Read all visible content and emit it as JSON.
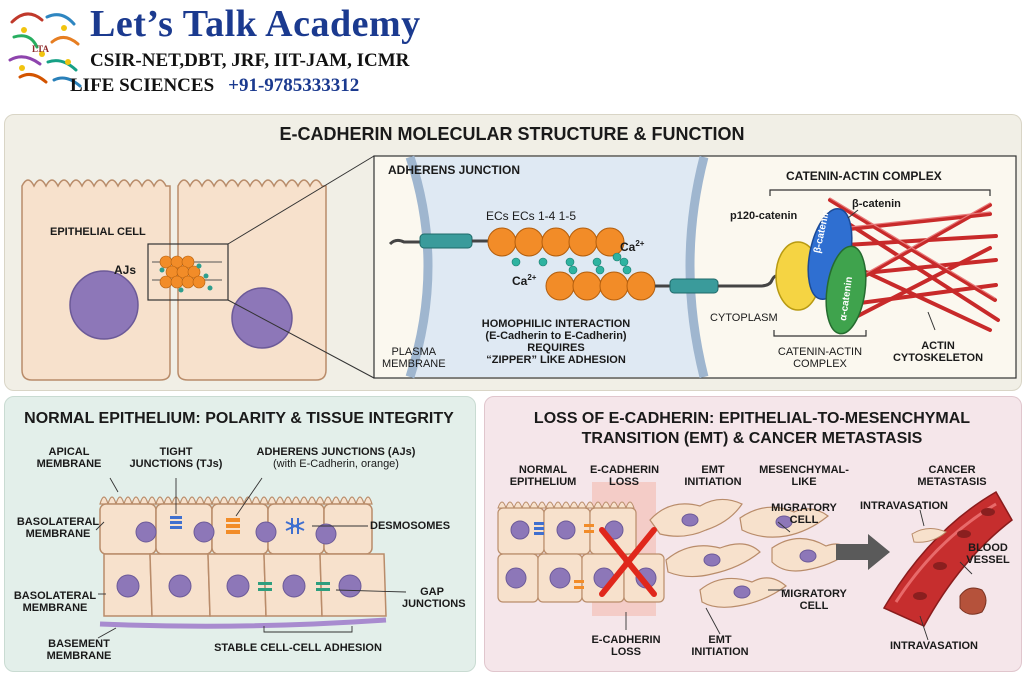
{
  "header": {
    "title": "Let’s Talk Academy",
    "subtitle": "CSIR-NET,DBT, JRF, IIT-JAM, ICMR",
    "subtitle2": "LIFE SCIENCES",
    "phone": "+91-9785333312",
    "logo_text": "LTA"
  },
  "top_panel": {
    "title": "E-CADHERIN MOLECULAR STRUCTURE & FUNCTION",
    "epithelial_cell": "EPITHELIAL CELL",
    "ajs": "AJs",
    "adherens_junction": "ADHERENS JUNCTION",
    "ecs": "ECs ECs 1-4   1-5",
    "ca": "Ca",
    "ca_sup": "2+",
    "plasma_membrane_1": "PLASMA",
    "plasma_membrane_2": "MEMBRANE",
    "homophilic_1": "HOMOPHILIC INTERACTION",
    "homophilic_2": "(E-Cadherin to E-Cadherin)",
    "homophilic_3": "REQUIRES",
    "homophilic_4": "“ZIPPER” LIKE ADHESION",
    "cytoplasm": "CYTOPLASM",
    "catenin_actin_complex_top": "CATENIN-ACTIN COMPLEX",
    "p120": "p120-catenin",
    "beta": "β-catenin",
    "beta_in": "β-catenin",
    "alpha_in": "α-catenin",
    "catenin_actin_1": "CATENIN-ACTIN",
    "catenin_actin_2": "COMPLEX",
    "actin_1": "ACTIN",
    "actin_2": "CYTOSKELETON"
  },
  "left_panel": {
    "title": "NORMAL EPITHELIUM: POLARITY & TISSUE INTEGRITY",
    "apical_1": "APICAL",
    "apical_2": "MEMBRANE",
    "tight_1": "TIGHT",
    "tight_2": "JUNCTIONS (TJs)",
    "adherens_1": "ADHERENS JUNCTIONS (AJs)",
    "adherens_2": "(with E-Cadherin, orange)",
    "basolateral_1": "BASOLATERAL",
    "basolateral_2": "MEMBRANE",
    "desmosomes": "DESMOSOMES",
    "basolateral_b1": "BASOLATERAL",
    "basolateral_b2": "MEMBRANE",
    "gap_1": "GAP",
    "gap_2": "JUNCTIONS",
    "basement_1": "BASEMENT",
    "basement_2": "MEMBRANE",
    "stable": "STABLE CELL-CELL ADHESION"
  },
  "right_panel": {
    "title_1": "LOSS OF E-CADHERIN: EPITHELIAL-TO-MESENCHYMAL",
    "title_2": "TRANSITION (EMT) & CANCER METASTASIS",
    "normal_1": "NORMAL",
    "normal_2": "EPITHELIUM",
    "loss_1": "E-CADHERIN",
    "loss_2": "LOSS",
    "emt_1": "EMT",
    "emt_2": "INITIATION",
    "mes_1": "MESENCHYMAL-",
    "mes_2": "LIKE",
    "cancer_1": "CANCER",
    "cancer_2": "METASTASIS",
    "migratory_1": "MIGRATORY",
    "migratory_2": "CELL",
    "intravasation_top": "INTRAVASATION",
    "blood_1": "BLOOD",
    "blood_2": "VESSEL",
    "migratory_b1": "MIGRATORY",
    "migratory_b2": "CELL",
    "loss_b1": "E-CADHERIN",
    "loss_b2": "LOSS",
    "emt_b1": "EMT",
    "emt_b2": "INITIATION",
    "intravasation_bottom": "INTRAVASATION"
  },
  "colors": {
    "brand_blue": "#1b3a8f",
    "top_panel_bg": "#f1efe6",
    "left_panel_bg": "#e3efea",
    "right_panel_bg": "#f5e6ea",
    "cadherin_orange": "#f28c28",
    "nucleus_purple": "#8d77b8",
    "actin_red": "#c82a2a"
  }
}
